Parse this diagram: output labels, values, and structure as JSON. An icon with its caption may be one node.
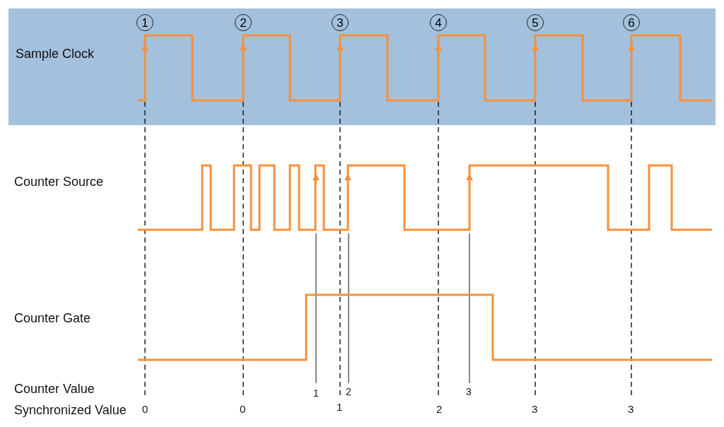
{
  "diagram": {
    "labels": [
      "1",
      "2",
      "3",
      "4",
      "5",
      "6",
      "Sample Clock",
      "Counter Source",
      "Counter Gate",
      "Counter Value",
      "1",
      "2",
      "3",
      "Synchronized Value",
      "0",
      "0",
      "1",
      "2",
      "3",
      "3"
    ]
  }
}
